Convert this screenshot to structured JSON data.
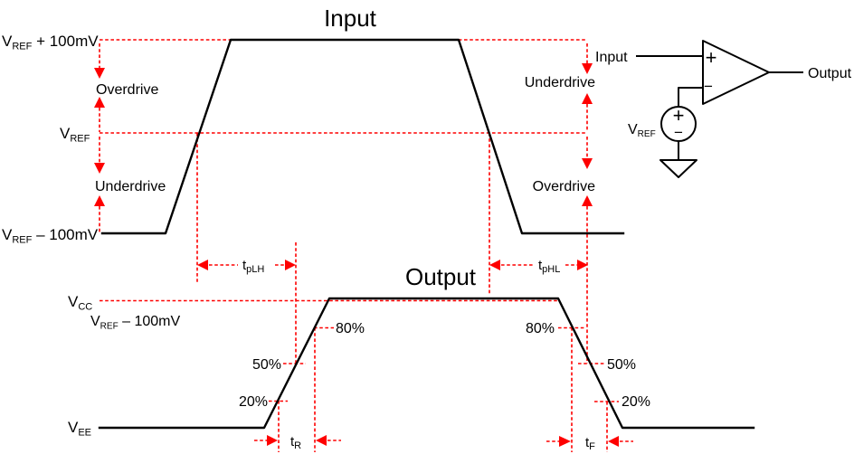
{
  "colors": {
    "annotation_red": "#fe0000",
    "waveform_black": "#000000"
  },
  "input_section": {
    "title": "Input",
    "level_high": {
      "base": "V",
      "sub": "REF",
      "rest": " + 100mV"
    },
    "level_ref": {
      "base": "V",
      "sub": "REF"
    },
    "level_low": {
      "base": "V",
      "sub": "REF",
      "rest": " – 100mV"
    },
    "left_top_label": "Overdrive",
    "left_bottom_label": "Underdrive",
    "right_top_label": "Underdrive",
    "right_bottom_label": "Overdrive"
  },
  "output_section": {
    "title": "Output",
    "level_vcc": {
      "base": "V",
      "sub": "CC"
    },
    "level_vref_minus": {
      "base": "V",
      "sub": "REF",
      "rest": " – 100mV"
    },
    "level_vee": {
      "base": "V",
      "sub": "EE"
    },
    "pct_80": "80%",
    "pct_50": "50%",
    "pct_20": "20%"
  },
  "timing": {
    "tplh": {
      "base": "t",
      "sub": "pLH"
    },
    "tphl": {
      "base": "t",
      "sub": "pHL"
    },
    "tr": {
      "base": "t",
      "sub": "R"
    },
    "tf": {
      "base": "t",
      "sub": "F"
    }
  },
  "circuit": {
    "input_label": "Input",
    "output_label": "Output",
    "vref_label": {
      "base": "V",
      "sub": "REF"
    },
    "noninverting_sign": "+",
    "inverting_sign": "−",
    "source_plus_sign": "+",
    "source_minus_sign": "−"
  }
}
